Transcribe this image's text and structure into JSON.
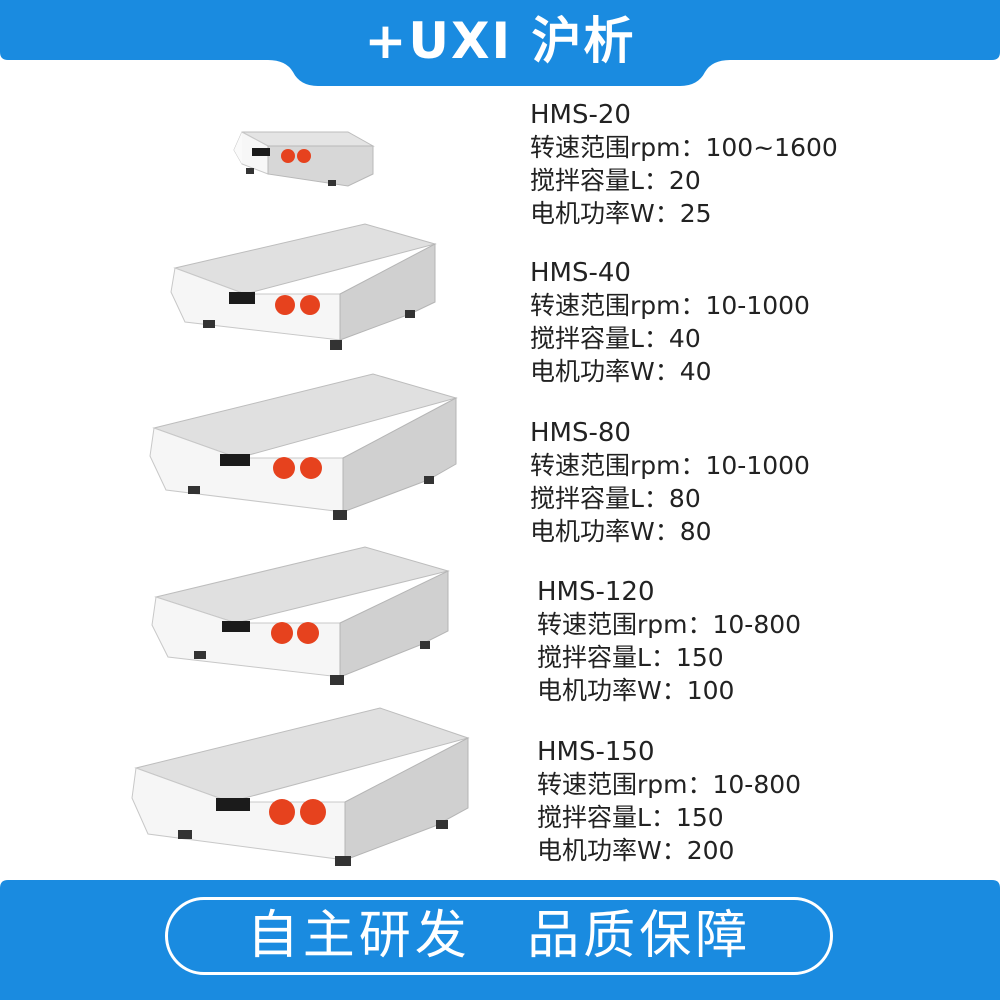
{
  "header": {
    "brand_logo": "+UXI 沪析",
    "color": "#1a8be0"
  },
  "products": [
    {
      "model": "HMS-20",
      "speed": "转速范围rpm：100~1600",
      "capacity": "搅拌容量L：20",
      "power": "电机功率W：25"
    },
    {
      "model": "HMS-40",
      "speed": "转速范围rpm：10-1000",
      "capacity": "搅拌容量L：40",
      "power": "电机功率W：40"
    },
    {
      "model": "HMS-80",
      "speed": "转速范围rpm：10-1000",
      "capacity": "搅拌容量L：80",
      "power": "电机功率W：80"
    },
    {
      "model": "HMS-120",
      "speed": "转速范围rpm：10-800",
      "capacity": "搅拌容量L：150",
      "power": "电机功率W：100"
    },
    {
      "model": "HMS-150",
      "speed": "转速范围rpm：10-800",
      "capacity": "搅拌容量L：150",
      "power": "电机功率W：200"
    }
  ],
  "footer": {
    "slogan_1": "自主研发",
    "slogan_2": "品质保障",
    "color": "#1a8be0"
  },
  "icons": {
    "product": "magnetic-stirrer-icon",
    "knob_color": "#e6421e"
  }
}
